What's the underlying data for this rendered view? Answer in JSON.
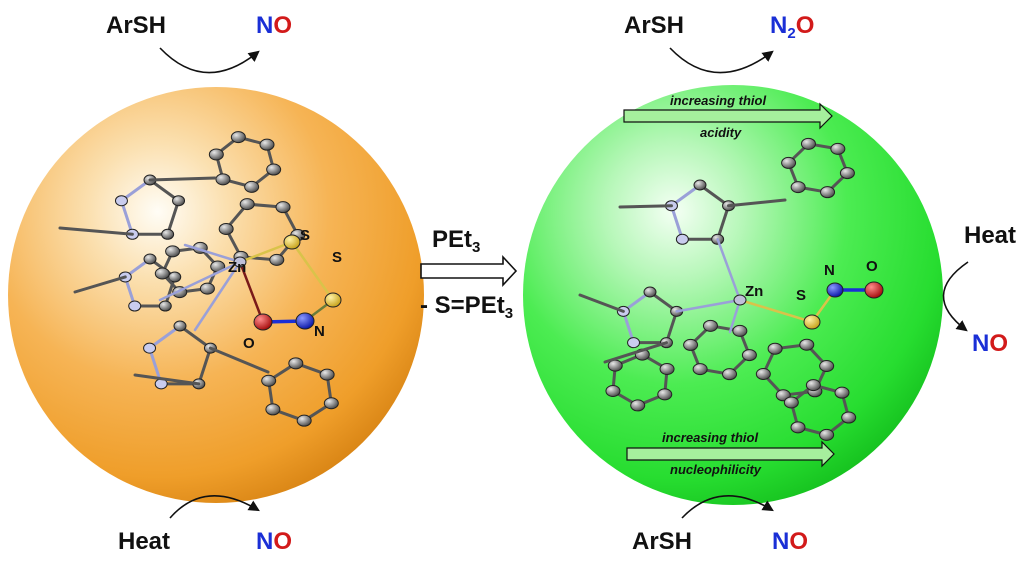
{
  "colors": {
    "nitrogen": "#1a2fd6",
    "oxygen": "#d21a1a",
    "sphere_left": "#f2a93a",
    "sphere_right": "#2de63a",
    "text": "#111111"
  },
  "left_complex": {
    "top": {
      "reagent": "ArSH",
      "product_n": "N",
      "product_o": "O"
    },
    "bottom": {
      "reagent": "Heat",
      "product_n": "N",
      "product_o": "O"
    },
    "atoms": {
      "zn": "Zn",
      "s1": "S",
      "s2": "S",
      "o": "O",
      "n": "N"
    }
  },
  "center_arrow": {
    "reagent": "PEt",
    "reagent_sub": "3",
    "byproduct": "- S=PEt",
    "byproduct_sub": "3"
  },
  "right_complex": {
    "top": {
      "reagent": "ArSH",
      "product_n": "N",
      "product_sub": "2",
      "product_o": "O"
    },
    "right": {
      "reagent": "Heat",
      "product_n": "N",
      "product_o": "O"
    },
    "bottom": {
      "reagent": "ArSH",
      "product_n": "N",
      "product_o": "O"
    },
    "atoms": {
      "zn": "Zn",
      "s": "S",
      "n": "N",
      "o": "O"
    },
    "top_bar": {
      "line1": "increasing thiol",
      "line2": "acidity"
    },
    "bottom_bar": {
      "line1": "increasing thiol",
      "line2": "nucleophilicity"
    }
  }
}
